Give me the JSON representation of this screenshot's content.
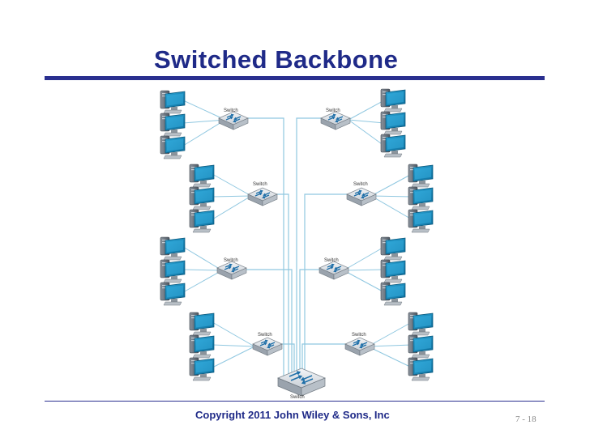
{
  "slide": {
    "title": "Switched Backbone",
    "copyright": "Copyright 2011 John Wiley & Sons, Inc",
    "page_number": "7 - 18"
  },
  "diagram": {
    "switch_label": "Switch",
    "colors": {
      "title": "#1f2a88",
      "rule": "#2a2f8f",
      "cable": "#8fc7e0",
      "monitor_screen": "#1e8fc0",
      "tower": "#5a6470"
    },
    "icons": {
      "switch": "switch-icon",
      "workstation": "computer-icon"
    }
  }
}
